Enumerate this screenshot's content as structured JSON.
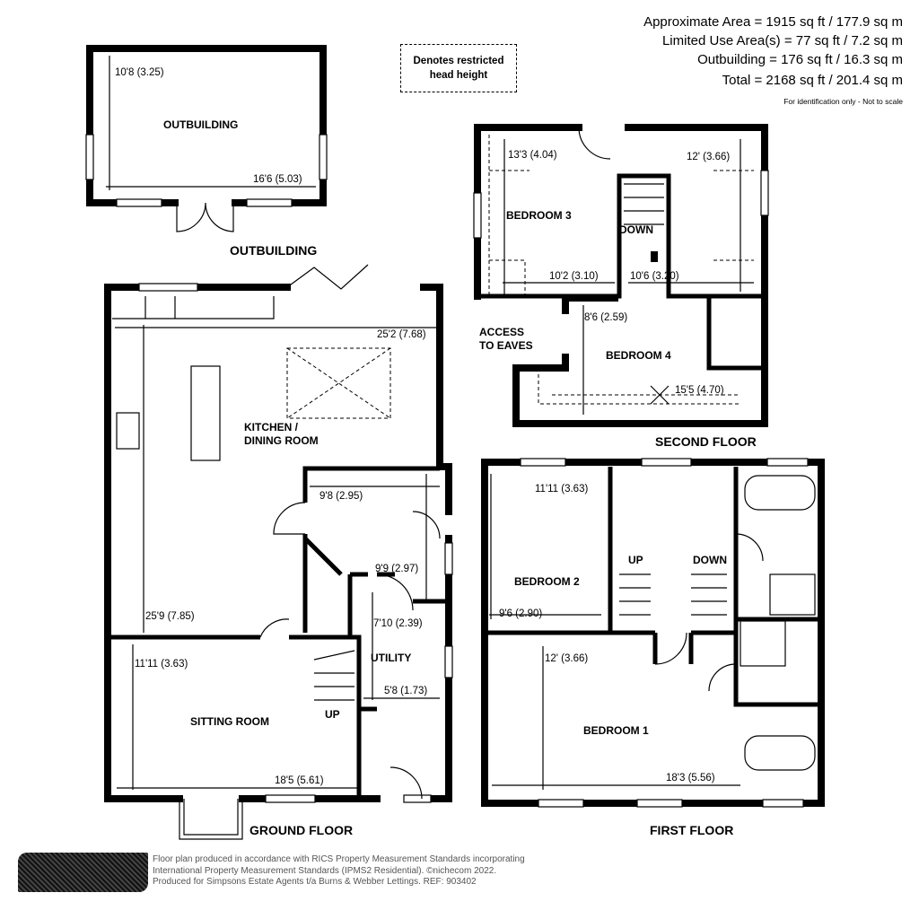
{
  "areas": {
    "approximate": "Approximate Area = 1915 sq ft / 177.9 sq m",
    "limited_use": "Limited Use Area(s) = 77 sq ft / 7.2 sq m",
    "outbuilding": "Outbuilding = 176 sq ft / 16.3 sq m",
    "total": "Total = 2168 sq ft / 201.4 sq m",
    "note": "For identification only - Not to scale"
  },
  "legend": {
    "line1": "Denotes restricted",
    "line2": "head height"
  },
  "outbuilding": {
    "floor_label": "OUTBUILDING",
    "room": "OUTBUILDING",
    "dims": [
      "10'8 (3.25)",
      "16'6 (5.03)"
    ]
  },
  "second_floor": {
    "floor_label": "SECOND FLOOR",
    "rooms": {
      "bedroom3": "BEDROOM 3",
      "bedroom4": "BEDROOM 4",
      "eaves1": "ACCESS",
      "eaves2": "TO EAVES",
      "down": "DOWN"
    },
    "dims": [
      "13'3 (4.04)",
      "12' (3.66)",
      "10'2 (3.10)",
      "10'6 (3.20)",
      "8'6 (2.59)",
      "15'5 (4.70)"
    ]
  },
  "ground_floor": {
    "floor_label": "GROUND FLOOR",
    "rooms": {
      "kitchen1": "KITCHEN /",
      "kitchen2": "DINING ROOM",
      "utility": "UTILITY",
      "sitting": "SITTING ROOM",
      "up": "UP"
    },
    "dims": [
      "25'2 (7.68)",
      "9'8 (2.95)",
      "9'9 (2.97)",
      "25'9 (7.85)",
      "7'10 (2.39)",
      "11'11 (3.63)",
      "5'8 (1.73)",
      "18'5 (5.61)"
    ]
  },
  "first_floor": {
    "floor_label": "FIRST FLOOR",
    "rooms": {
      "bedroom2": "BEDROOM 2",
      "bedroom1": "BEDROOM 1",
      "up": "UP",
      "down": "DOWN"
    },
    "dims": [
      "11'11 (3.63)",
      "9'6 (2.90)",
      "12' (3.66)",
      "18'3 (5.56)"
    ]
  },
  "footer": {
    "line1": "Floor plan produced in accordance with RICS Property Measurement Standards incorporating",
    "line2": "International Property Measurement Standards (IPMS2 Residential). ©nichecom 2022.",
    "line3": "Produced for Simpsons Estate Agents t/a Burns & Webber Lettings.   REF: 903402"
  }
}
